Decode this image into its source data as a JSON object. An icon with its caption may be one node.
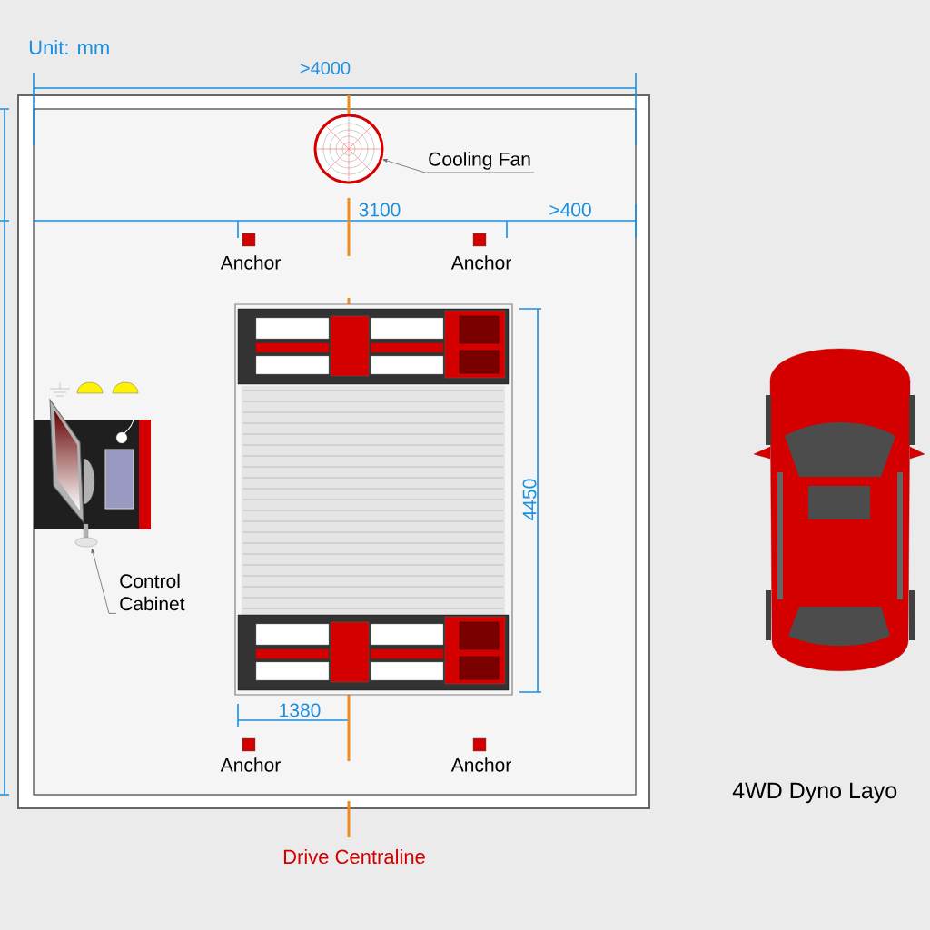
{
  "diagram": {
    "nodes": [
      {
        "text": [],
        "shape": "circle"
      },
      {
        "text": [
          "Cooling Fan"
        ]
      },
      {
        "text": [],
        "shape": "picture"
      },
      {
        "text": [
          "Control Cabinet"
        ]
      }
    ],
    "edges": [
      {
        "from": 1,
        "to": 0,
        "arrow": "to"
      },
      {
        "from": 3,
        "to": 2,
        "arrow": "to"
      }
    ],
    "labels": [
      "Unit: mm",
      ">4000",
      "3100",
      ">400",
      "Anchor",
      "Anchor",
      "4450",
      "1380",
      "Anchor",
      "Anchor",
      "Drive Centraline",
      "4WD Dyno Layo"
    ]
  }
}
